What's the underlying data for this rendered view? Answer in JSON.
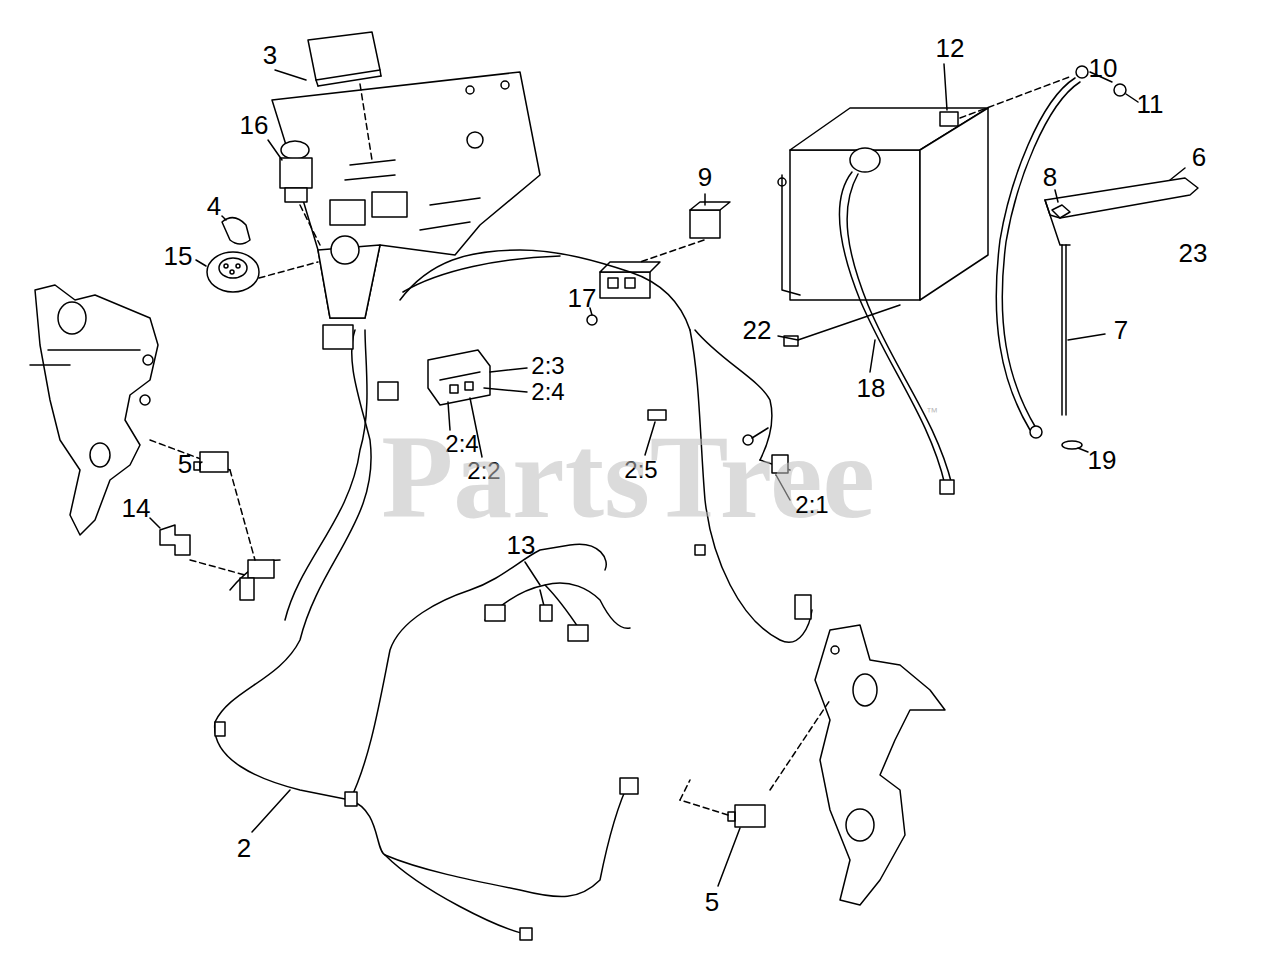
{
  "diagram": {
    "labels": [
      "3",
      "16",
      "4",
      "15",
      "9",
      "12",
      "10",
      "11",
      "6",
      "8",
      "23",
      "17",
      "2:3",
      "2:4",
      "22",
      "7",
      "18",
      "2:4",
      "2:2",
      "2:5",
      "PartsTree",
      "™",
      "2:1",
      "5",
      "14",
      "19",
      "13",
      "2",
      "5"
    ]
  }
}
